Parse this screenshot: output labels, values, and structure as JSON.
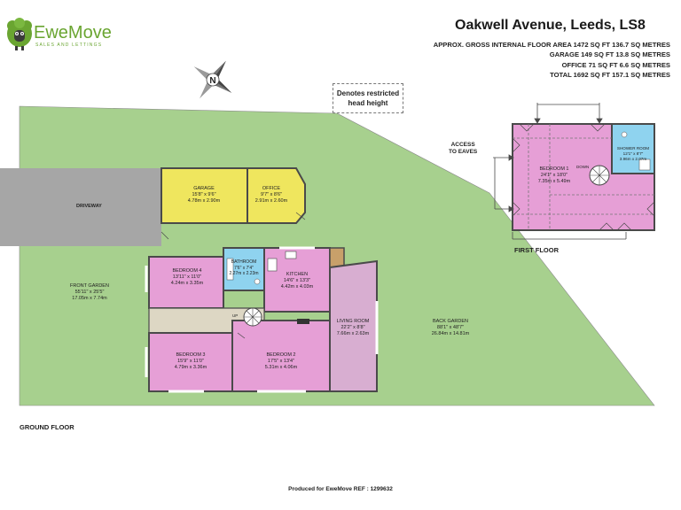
{
  "brand": {
    "name": "EweMove",
    "tagline": "SALES AND LETTINGS",
    "brand_green": "#6aa531"
  },
  "header": {
    "address": "Oakwell Avenue, Leeds, LS8",
    "areas": [
      "APPROX. GROSS INTERNAL FLOOR AREA 1472 SQ FT 136.7 SQ METRES",
      "GARAGE 149 SQ FT 13.8 SQ METRES",
      "OFFICE 71 SQ FT 6.6 SQ METRES",
      "TOTAL 1692 SQ FT 157.1 SQ METRES"
    ]
  },
  "legend": {
    "line1": "Denotes restricted",
    "line2": "head height"
  },
  "compass": {
    "letter": "N"
  },
  "colors": {
    "garden": "#a7d08e",
    "driveway": "#a6a6a6",
    "room_pink": "#e69fd6",
    "garage_yellow": "#efe65e",
    "bathroom_blue": "#8fd3ef",
    "hall_beige": "#ddd7c4",
    "living_mauve": "#d8aed1",
    "wall": "#4a4a4a"
  },
  "ground_floor": {
    "label": "GROUND FLOOR",
    "driveway": "DRIVEWAY",
    "front_garden": {
      "name": "FRONT GARDEN",
      "imperial": "55'11\" x 25'5\"",
      "metric": "17.05m x 7.74m"
    },
    "garage": {
      "name": "GARAGE",
      "imperial": "15'8\" x 9'6\"",
      "metric": "4.78m x 2.90m"
    },
    "office": {
      "name": "OFFICE",
      "imperial": "9'7\" x 8'6\"",
      "metric": "2.91m x 2.60m"
    },
    "bedroom4": {
      "name": "BEDROOM 4",
      "imperial": "13'11\" x 11'0\"",
      "metric": "4.24m x 3.35m"
    },
    "bathroom": {
      "name": "BATHROOM",
      "imperial": "7'6\" x 7'4\"",
      "metric": "2.27m x 2.23m"
    },
    "kitchen": {
      "name": "KITCHEN",
      "imperial": "14'6\" x 13'3\"",
      "metric": "4.42m x 4.03m"
    },
    "living_room": {
      "name": "LIVING ROOM",
      "imperial": "22'2\" x 8'8\"",
      "metric": "7.66m x 2.63m"
    },
    "bedroom3": {
      "name": "BEDROOM 3",
      "imperial": "15'9\" x 11'0\"",
      "metric": "4.79m x 3.36m"
    },
    "bedroom2": {
      "name": "BEDROOM 2",
      "imperial": "17'5\" x 13'4\"",
      "metric": "5.31m x 4.06m"
    },
    "back_garden": {
      "name": "BACK GARDEN",
      "imperial": "88'1\" x 48'7\"",
      "metric": "26.84m x 14.81m"
    },
    "up": "UP"
  },
  "first_floor": {
    "label": "FIRST FLOOR",
    "access": {
      "line1": "ACCESS",
      "line2": "TO EAVES"
    },
    "bedroom1": {
      "name": "BEDROOM 1",
      "imperial": "24'1\" x 18'0\"",
      "metric": "7.35m x 5.49m"
    },
    "shower_room": {
      "name": "SHOWER ROOM",
      "imperial": "12'1\" x 8'7\"",
      "metric": "3.96m x 2.07m"
    },
    "down": "DOWN"
  },
  "footer": {
    "text": "Produced for EweMove   REF : 1299632"
  }
}
